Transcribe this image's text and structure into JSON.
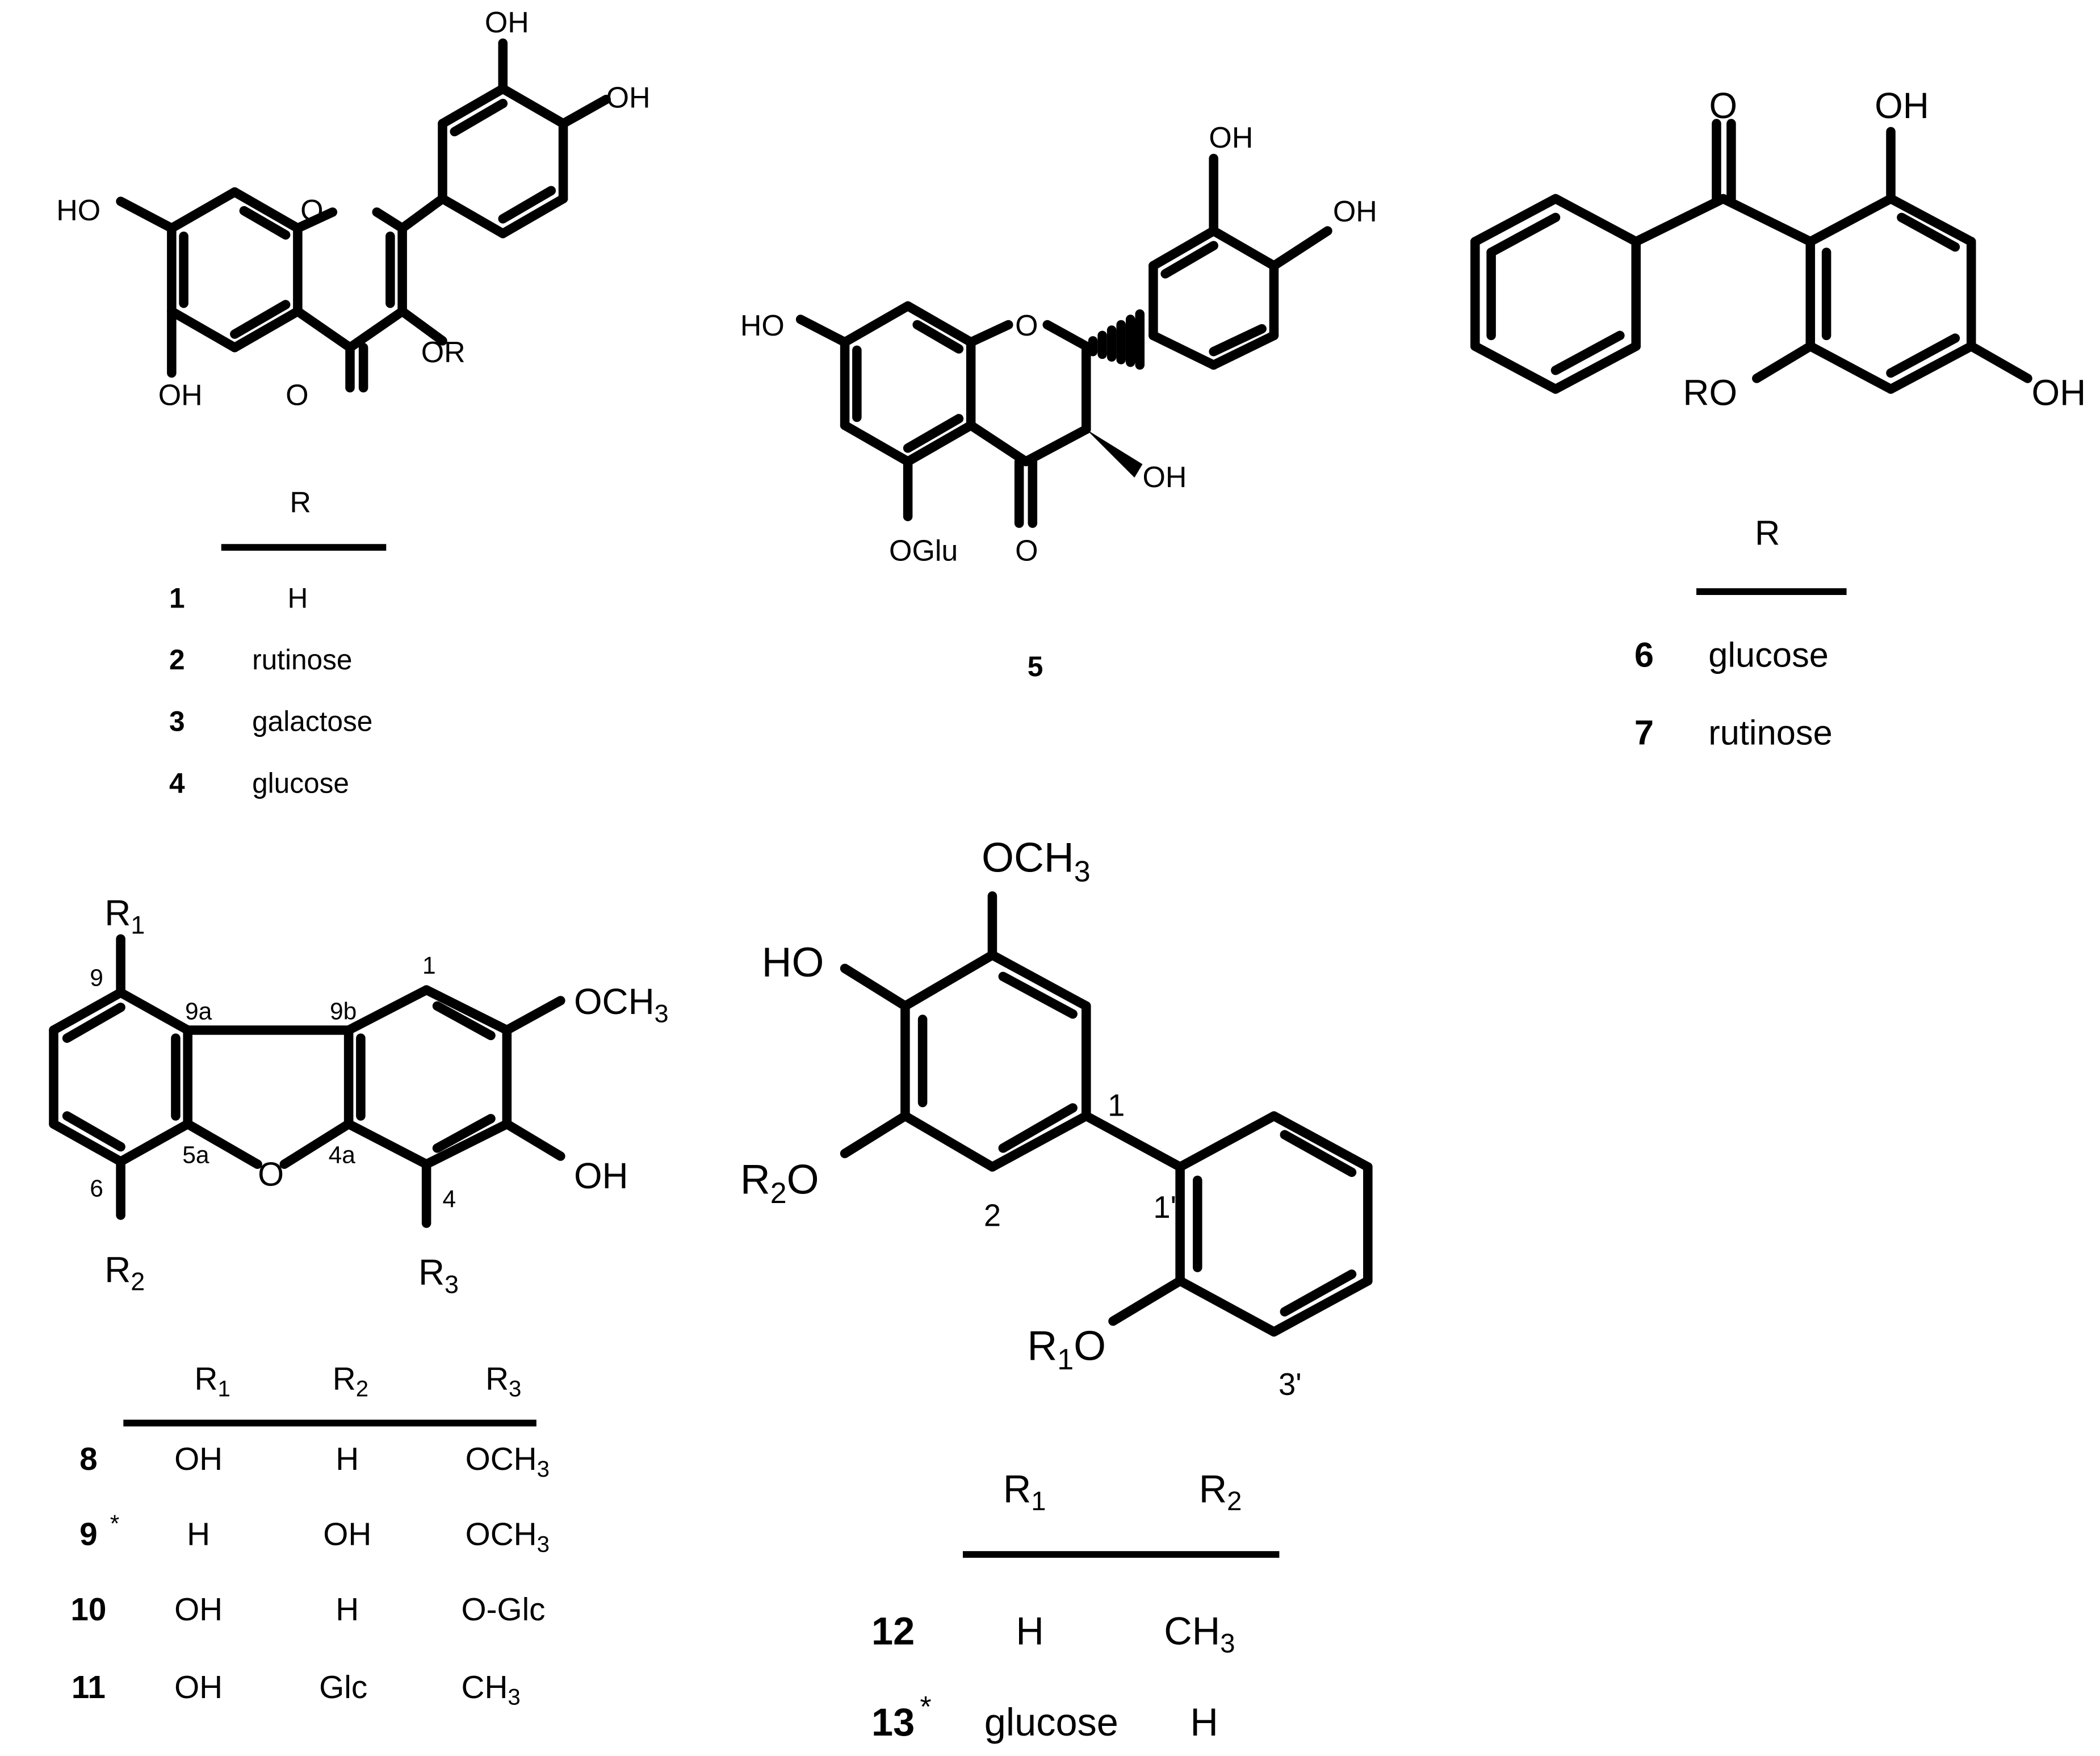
{
  "figure": {
    "panel_1_4": {
      "atoms": {
        "oh_top": "OH",
        "oh_right": "OH",
        "ho_left": "HO",
        "o_ring": "O",
        "or": "OR",
        "oh_bottom": "OH",
        "o_carbonyl": "O"
      },
      "table": {
        "header": "R",
        "rows": [
          {
            "id": "1",
            "r": "H"
          },
          {
            "id": "2",
            "r": "rutinose"
          },
          {
            "id": "3",
            "r": "galactose"
          },
          {
            "id": "4",
            "r": "glucose"
          }
        ]
      }
    },
    "panel_5": {
      "atoms": {
        "oh_top": "OH",
        "oh_right": "OH",
        "ho_left": "HO",
        "o_ring": "O",
        "oh_c3": "OH",
        "oglu": "OGlu",
        "o_carbonyl": "O"
      },
      "id": "5"
    },
    "panel_6_7": {
      "atoms": {
        "o_carbonyl": "O",
        "oh_top": "OH",
        "ro": "RO",
        "oh_right": "OH"
      },
      "table": {
        "header": "R",
        "rows": [
          {
            "id": "6",
            "r": "glucose"
          },
          {
            "id": "7",
            "r": "rutinose"
          }
        ]
      }
    },
    "panel_8_11": {
      "atoms": {
        "r1": "R",
        "r1_sub": "1",
        "och3": "OCH",
        "och3_sub": "3",
        "oh": "OH",
        "o_ring": "O",
        "r2": "R",
        "r2_sub": "2",
        "r3": "R",
        "r3_sub": "3"
      },
      "positions": {
        "p1": "1",
        "p9": "9",
        "p9a": "9a",
        "p9b": "9b",
        "p5a": "5a",
        "p4a": "4a",
        "p6": "6",
        "p4": "4"
      },
      "table": {
        "headers": [
          "R1",
          "R2",
          "R3"
        ],
        "rows": [
          {
            "id": "8",
            "mark": "",
            "r1": "OH",
            "r2": "H",
            "r3": "OCH3"
          },
          {
            "id": "9",
            "mark": "*",
            "r1": "H",
            "r2": "OH",
            "r3": "OCH3"
          },
          {
            "id": "10",
            "mark": "",
            "r1": "OH",
            "r2": "H",
            "r3": "O-Glc"
          },
          {
            "id": "11",
            "mark": "",
            "r1": "OH",
            "r2": "Glc",
            "r3": "CH3"
          }
        ]
      }
    },
    "panel_12_13": {
      "atoms": {
        "och3": "OCH",
        "och3_sub": "3",
        "ho": "HO",
        "r2o": "R",
        "r2o_sub": "2",
        "r2o_o": "O",
        "r1o": "R",
        "r1o_sub": "1",
        "r1o_o": "O"
      },
      "positions": {
        "p1": "1",
        "p2": "2",
        "p1p": "1'",
        "p3p": "3'"
      },
      "table": {
        "headers": [
          "R1",
          "R2"
        ],
        "rows": [
          {
            "id": "12",
            "mark": "",
            "r1": "H",
            "r2": "CH3"
          },
          {
            "id": "13",
            "mark": "*",
            "r1": "glucose",
            "r2": "H"
          }
        ]
      }
    }
  }
}
